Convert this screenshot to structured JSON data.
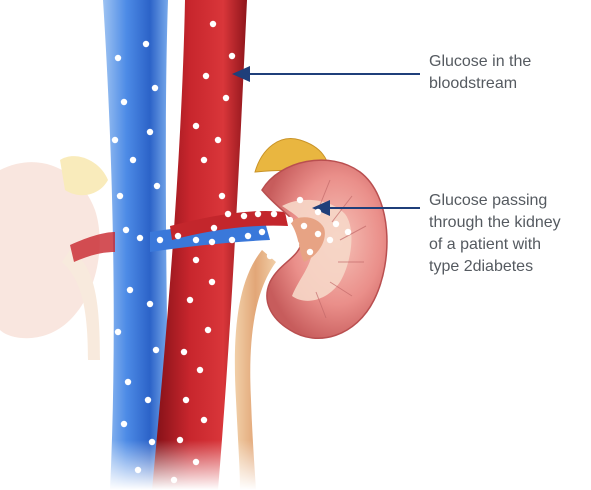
{
  "annotations": {
    "bloodstream": {
      "lines": [
        "Glucose in the",
        "bloodstream"
      ]
    },
    "kidney": {
      "lines": [
        "Glucose passing",
        "through the kidney",
        "of a patient with",
        "type 2diabetes"
      ]
    }
  },
  "colors": {
    "vein_blue": "#2f6fd6",
    "artery_red": "#c0242b",
    "kidney_pink": "#e58a86",
    "adrenal_yellow": "#e9b640",
    "ureter_tan": "#e8b48a",
    "pointer_navy": "#1f3f7a",
    "label_text": "#555a60"
  }
}
